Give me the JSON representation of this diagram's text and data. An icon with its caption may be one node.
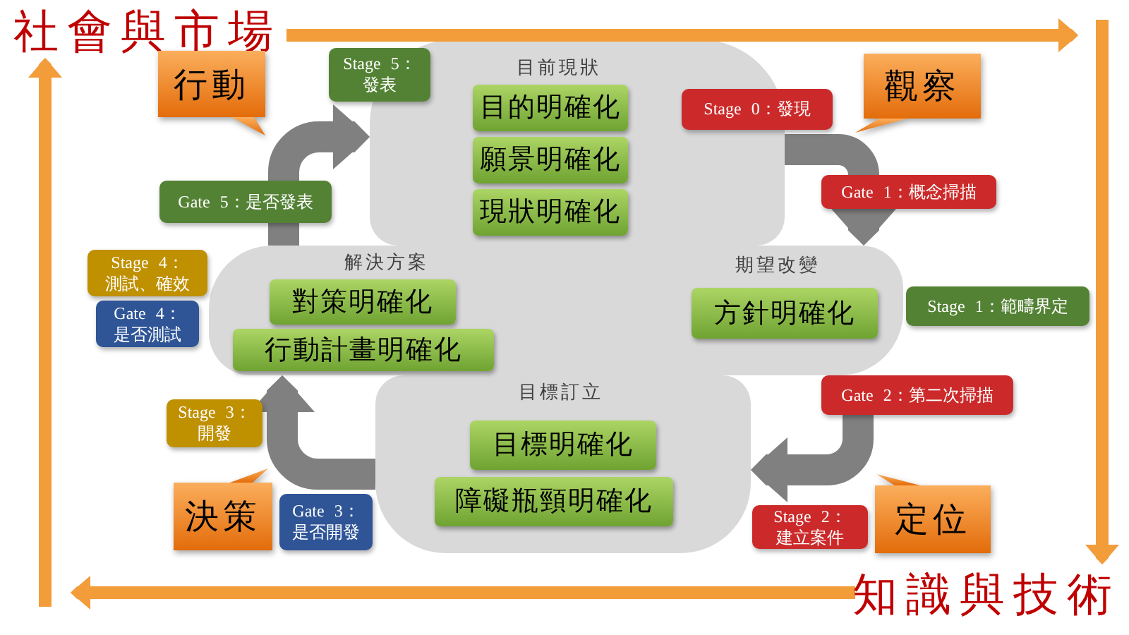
{
  "diagram": {
    "nodes": [
      {
        "text": [
          "社會與市場"
        ]
      },
      {
        "text": [
          "行動"
        ]
      },
      {
        "text": [
          "Stage 5：發表"
        ]
      },
      {
        "text": [
          "目前現狀"
        ]
      },
      {
        "text": [
          "目的明確化"
        ],
        "in": 3
      },
      {
        "text": [
          "願景明確化"
        ],
        "in": 3
      },
      {
        "text": [
          "現狀明確化"
        ],
        "in": 3
      },
      {
        "text": [
          "觀察"
        ]
      },
      {
        "text": [
          "Stage 0：發現"
        ]
      },
      {
        "text": [
          "Gate 5：是否發表"
        ]
      },
      {
        "text": [
          "Gate 1：概念掃描"
        ]
      },
      {
        "text": [
          "解決方案"
        ]
      },
      {
        "text": [
          "對策明確化"
        ],
        "in": 11
      },
      {
        "text": [
          "行動計畫明確化"
        ],
        "in": 11
      },
      {
        "text": [
          "期望改變"
        ]
      },
      {
        "text": [
          "方針明確化"
        ],
        "in": 14
      },
      {
        "text": [
          "Stage 1：範疇界定"
        ]
      },
      {
        "text": [
          "Stage 4：測試、確效"
        ]
      },
      {
        "text": [
          "Gate 4：是否測試"
        ]
      },
      {
        "text": [
          "Gate 2：第二次掃描"
        ]
      },
      {
        "text": [
          "Stage 3：開發"
        ]
      },
      {
        "text": [
          "目標訂立"
        ]
      },
      {
        "text": [
          "目標明確化"
        ],
        "in": 21
      },
      {
        "text": [
          "障礙瓶頸明確化"
        ],
        "in": 21
      },
      {
        "text": [
          "決策"
        ]
      },
      {
        "text": [
          "Gate 3：是否開發"
        ]
      },
      {
        "text": [
          "Stage 2：建立案件"
        ]
      },
      {
        "text": [
          "定位"
        ]
      },
      {
        "text": [
          "知識與技術"
        ]
      }
    ],
    "edges": [
      {
        "from": 0,
        "to": null,
        "arrow": "to",
        "color": "#f39c3a"
      },
      {
        "from": null,
        "to": 28,
        "arrow": "to",
        "color": "#f39c3a"
      },
      {
        "from": 28,
        "to": null,
        "arrow": "to",
        "color": "#f39c3a"
      },
      {
        "from": null,
        "to": 0,
        "arrow": "to",
        "color": "#f39c3a"
      },
      {
        "from": 3,
        "to": 10,
        "arrow": "none"
      },
      {
        "from": 10,
        "to": 14,
        "arrow": "to"
      },
      {
        "from": 19,
        "to": 21,
        "arrow": "to"
      },
      {
        "from": 21,
        "to": 11,
        "arrow": "to"
      },
      {
        "from": 11,
        "to": 9,
        "arrow": "none"
      },
      {
        "from": 9,
        "to": 3,
        "arrow": "to"
      }
    ]
  }
}
